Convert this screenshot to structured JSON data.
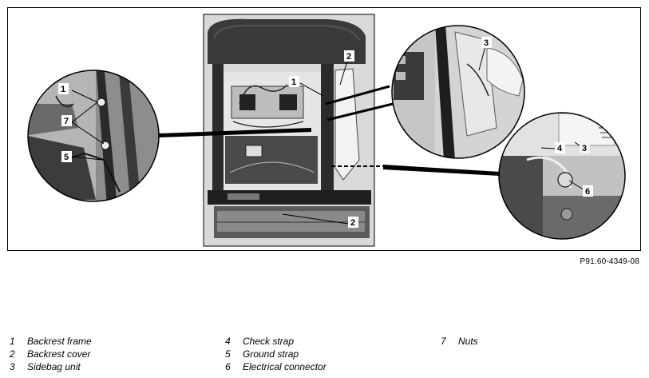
{
  "figure": {
    "code": "P91.60-4349-08",
    "callouts": {
      "left_1": "1",
      "left_7": "7",
      "left_5": "5",
      "center_1": "1",
      "center_2_top": "2",
      "center_2_bottom": "2",
      "right_top_3": "3",
      "right_bottom_4": "4",
      "right_bottom_3": "3",
      "right_bottom_6": "6"
    }
  },
  "legend": {
    "col1": [
      {
        "num": "1",
        "label": "Backrest frame"
      },
      {
        "num": "2",
        "label": "Backrest cover"
      },
      {
        "num": "3",
        "label": "Sidebag unit"
      }
    ],
    "col2": [
      {
        "num": "4",
        "label": "Check strap"
      },
      {
        "num": "5",
        "label": "Ground strap"
      },
      {
        "num": "6",
        "label": "Electrical connector"
      }
    ],
    "col3": [
      {
        "num": "7",
        "label": "Nuts"
      }
    ]
  }
}
